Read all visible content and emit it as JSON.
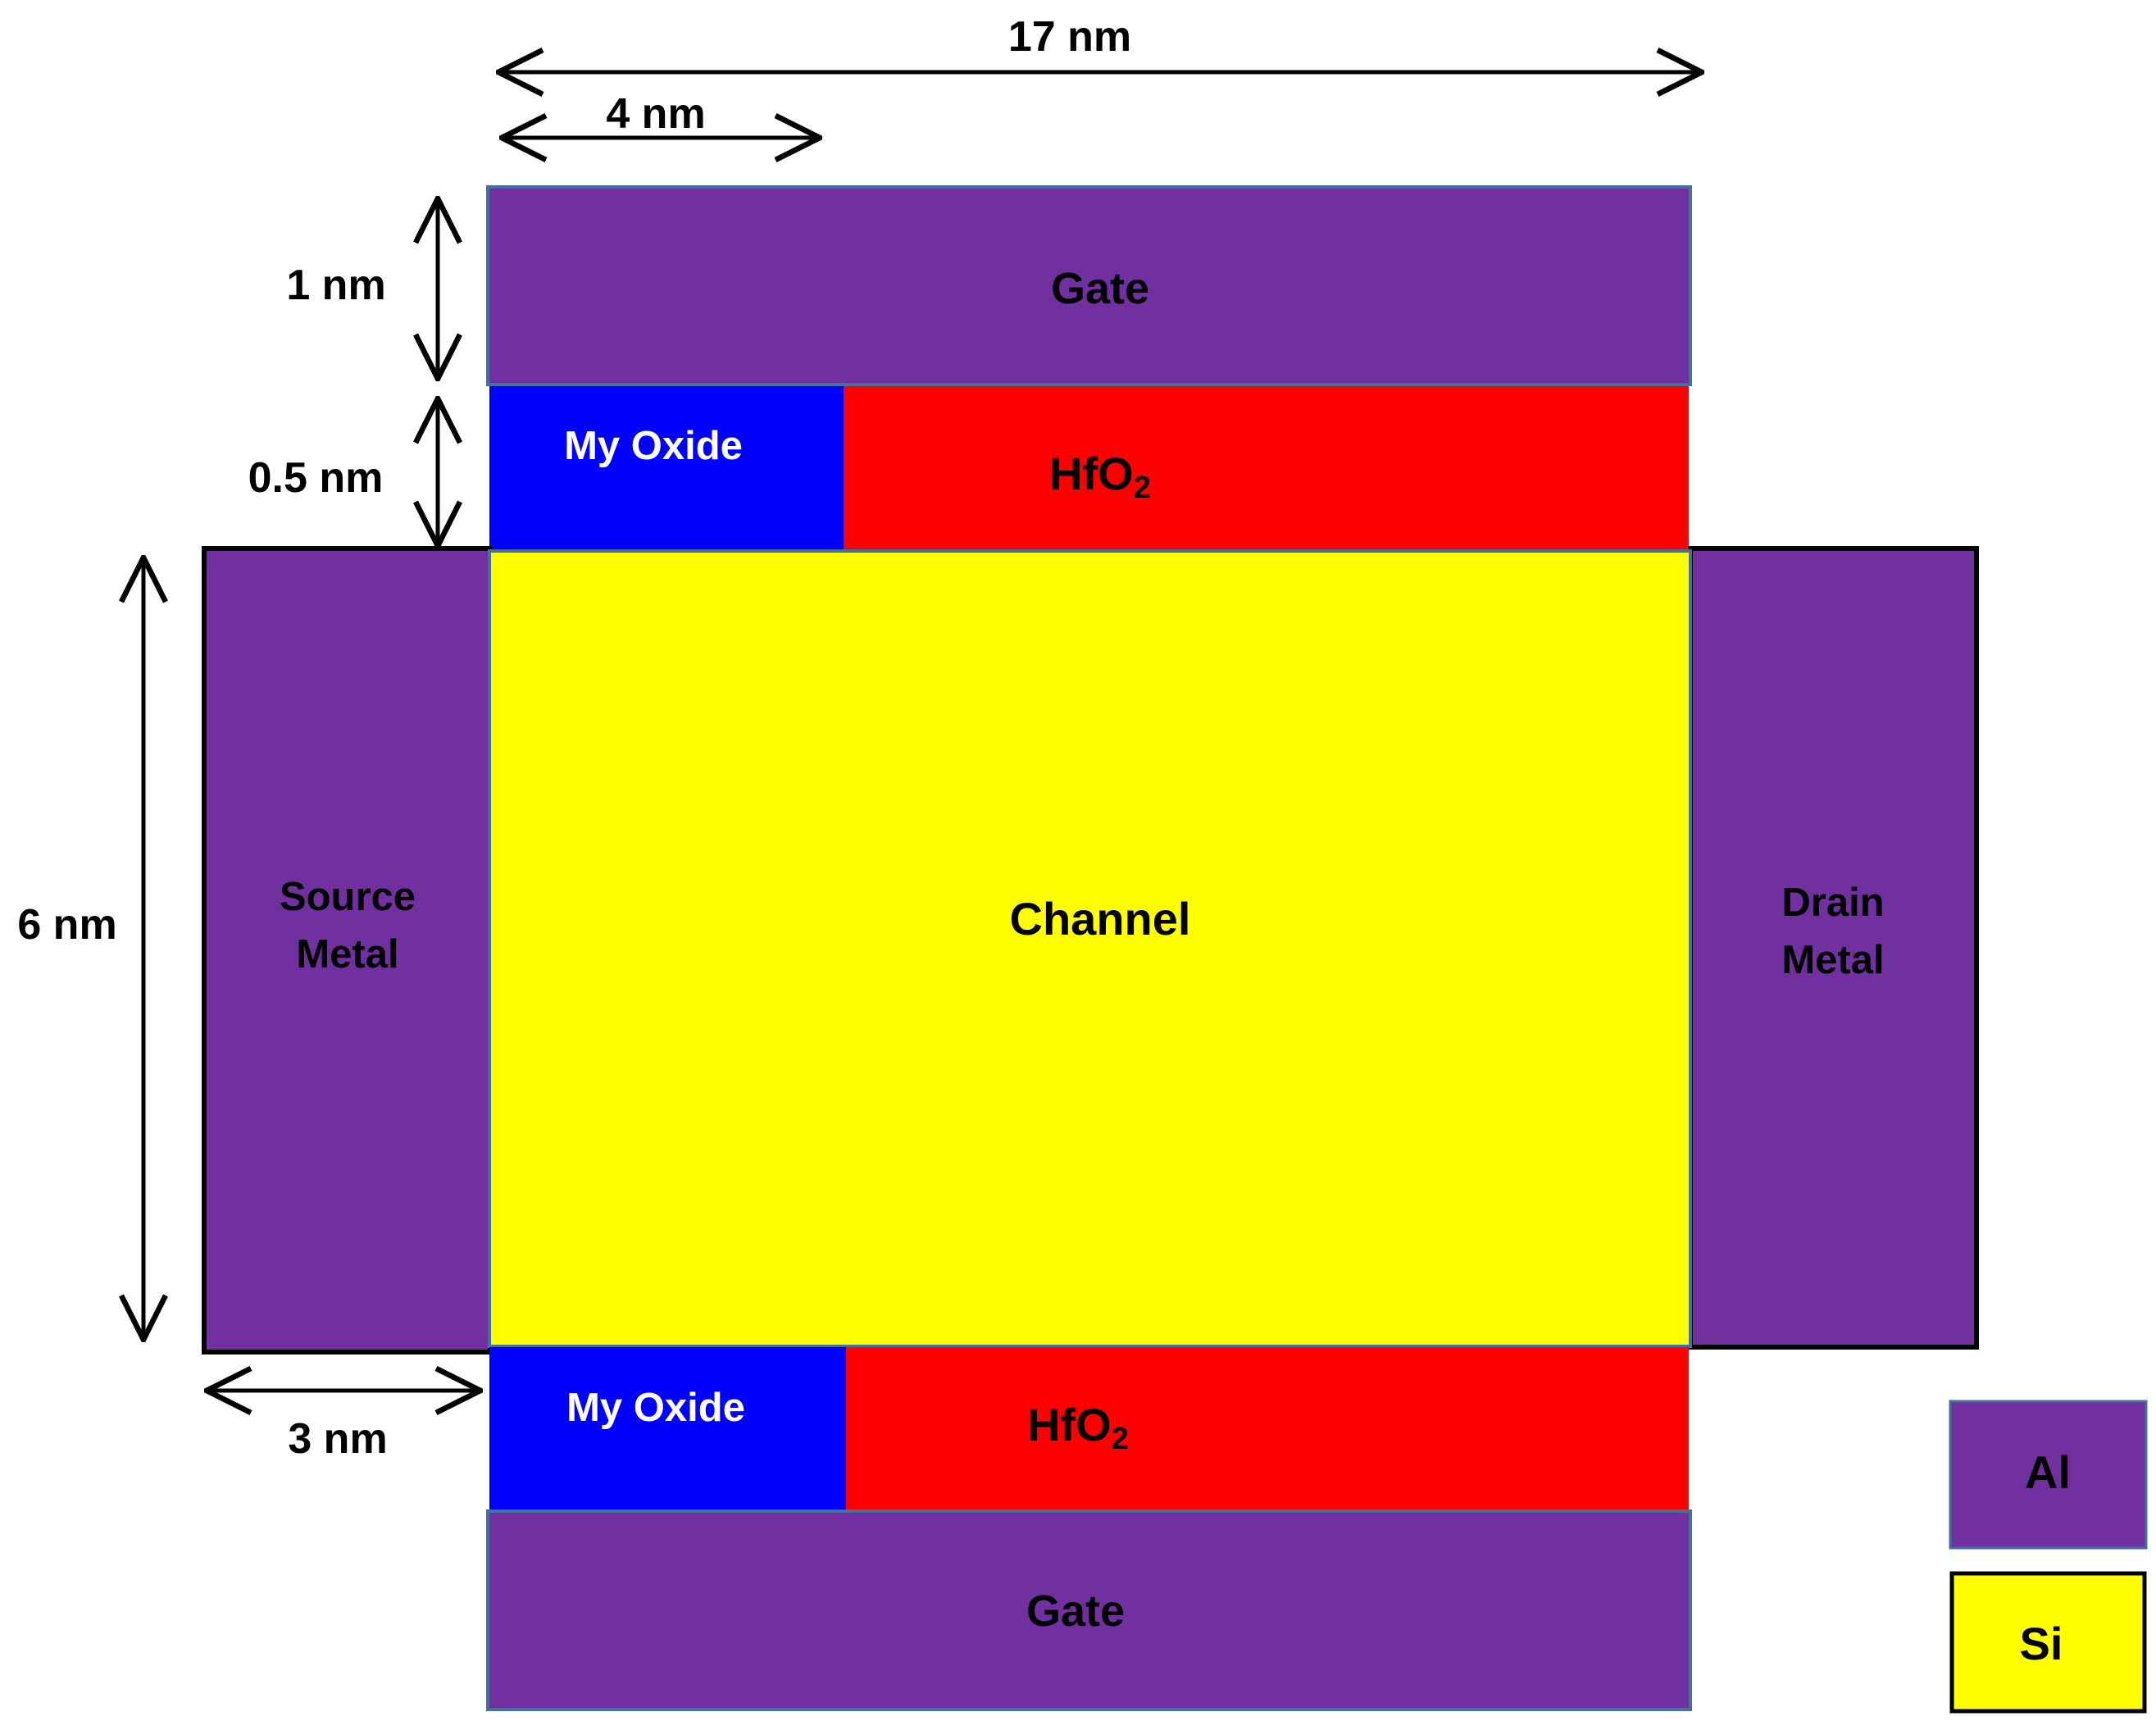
{
  "colors": {
    "metal": "#7030A0",
    "silicon": "#FFFF00",
    "hfo2": "#FF0000",
    "my_oxide": "#0000FF",
    "ink": "#000000",
    "light_text": "#FFFFFF",
    "edge": "#41719C"
  },
  "regions": {
    "gate_top": "Gate",
    "gate_bottom": "Gate",
    "my_oxide_top": "My Oxide",
    "my_oxide_bottom": "My Oxide",
    "hfo2_base": "HfO",
    "hfo2_sub": "2",
    "channel": "Channel",
    "source_line1": "Source",
    "source_line2": "Metal",
    "drain_line1": "Drain",
    "drain_line2": "Metal"
  },
  "dimensions": {
    "total_length": "17 nm",
    "my_oxide_length": "4 nm",
    "gate_thickness": "1 nm",
    "oxide_thickness": "0.5 nm",
    "channel_thickness": "6 nm",
    "contact_length": "3 nm"
  },
  "legend": [
    {
      "label": "Al",
      "material": "metal"
    },
    {
      "label": "Si",
      "material": "silicon"
    }
  ]
}
